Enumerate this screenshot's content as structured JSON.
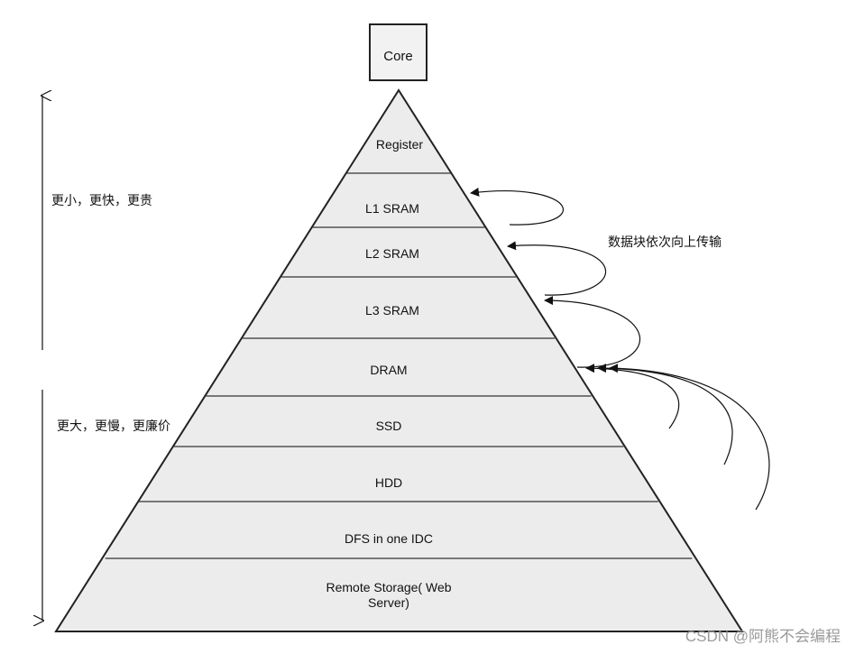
{
  "core": {
    "label": "Core"
  },
  "levels": [
    {
      "label": "Register"
    },
    {
      "label": "L1 SRAM"
    },
    {
      "label": "L2 SRAM"
    },
    {
      "label": "L3 SRAM"
    },
    {
      "label": "DRAM"
    },
    {
      "label": "SSD"
    },
    {
      "label": "HDD"
    },
    {
      "label": "DFS in one IDC"
    },
    {
      "label_line1": "Remote Storage( Web",
      "label_line2": "Server)"
    }
  ],
  "annotations": {
    "top_side": "更小，更快，更贵",
    "bottom_side": "更大，更慢，更廉价",
    "transfer_note": "数据块依次向上传输"
  },
  "watermark": "CSDN @阿熊不会编程",
  "colors": {
    "pyramid_fill": "#ececec",
    "stroke": "#222222",
    "core_fill": "#f2f2f2"
  }
}
